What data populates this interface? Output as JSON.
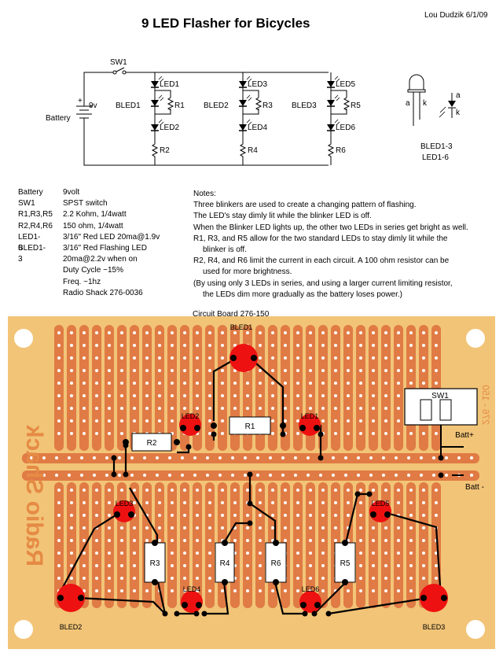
{
  "title": "9 LED Flasher for Bicycles",
  "author": "Lou Dudzik  6/1/09",
  "schematic": {
    "switch": "SW1",
    "battery_label": "Battery",
    "battery_voltage": "9v",
    "plus": "+",
    "branches": [
      {
        "top_led": "LED1",
        "blinker": "BLED1",
        "bypass": "R1",
        "bottom_led": "LED2",
        "limit": "R2"
      },
      {
        "top_led": "LED3",
        "blinker": "BLED2",
        "bypass": "R3",
        "bottom_led": "LED4",
        "limit": "R4"
      },
      {
        "top_led": "LED5",
        "blinker": "BLED3",
        "bypass": "R5",
        "bottom_led": "LED6",
        "limit": "R6"
      }
    ],
    "led_pin_a": "a",
    "led_pin_k": "k",
    "symbol_pin_a": "a",
    "symbol_pin_k": "k",
    "led_caption_1": "BLED1-3",
    "led_caption_2": "LED1-6"
  },
  "parts": [
    {
      "ref": "Battery",
      "desc": [
        "9volt"
      ]
    },
    {
      "ref": "SW1",
      "desc": [
        "SPST switch"
      ]
    },
    {
      "ref": "R1,R3,R5",
      "desc": [
        "2.2 Kohm, 1/4watt"
      ]
    },
    {
      "ref": "R2,R4,R6",
      "desc": [
        "150 ohm, 1/4watt"
      ]
    },
    {
      "ref": "LED1-6",
      "desc": [
        "3/16\" Red LED 20ma@1.9v"
      ]
    },
    {
      "ref": "BLED1-3",
      "desc": [
        "3/16\" Red Flashing LED",
        "20ma@2.2v when on",
        "Duty Cycle ~15%",
        "Freq. ~1hz",
        "Radio Shack 276-0036"
      ]
    }
  ],
  "notes": {
    "heading": "Notes:",
    "lines": [
      {
        "text": "Three blinkers are used to create a changing pattern of flashing.",
        "indent": false
      },
      {
        "text": "The LED's stay dimly lit while the blinker LED is off.",
        "indent": false
      },
      {
        "text": "When the Blinker LED lights up, the other two LEDs in series get bright as well.",
        "indent": false
      },
      {
        "text": "R1, R3, and R5 allow for the two standard LEDs to stay dimly lit while the",
        "indent": false
      },
      {
        "text": "blinker is off.",
        "indent": true
      },
      {
        "text": "R2, R4, and R6 limit the current in each circuit. A 100 ohm resistor can be",
        "indent": false
      },
      {
        "text": "used for more brightness.",
        "indent": true
      },
      {
        "text": "(By using only 3 LEDs in series, and using a larger current limiting resistor,",
        "indent": false
      },
      {
        "text": "the LEDs dim more gradually as the battery loses power.)",
        "indent": true
      }
    ]
  },
  "board": {
    "label": "Circuit Board  276-150",
    "brand_text": "Radio Shack",
    "part_number": "276 - 150",
    "colors": {
      "board": "#f2c477",
      "trace": "#e07b45",
      "pad": "#ffffff",
      "led": "#ee1111",
      "wire": "#000000"
    },
    "leds": {
      "BLED1": "BLED1",
      "BLED2": "BLED2",
      "BLED3": "BLED3",
      "LED1": "LED1",
      "LED2": "LED2",
      "LED3": "LED3",
      "LED4": "LED4",
      "LED5": "LED5",
      "LED6": "LED6"
    },
    "resistors": {
      "R1": "R1",
      "R2": "R2",
      "R3": "R3",
      "R4": "R4",
      "R5": "R5",
      "R6": "R6"
    },
    "switch": "SW1",
    "batt_plus": "Batt+",
    "batt_minus": "Batt -"
  }
}
